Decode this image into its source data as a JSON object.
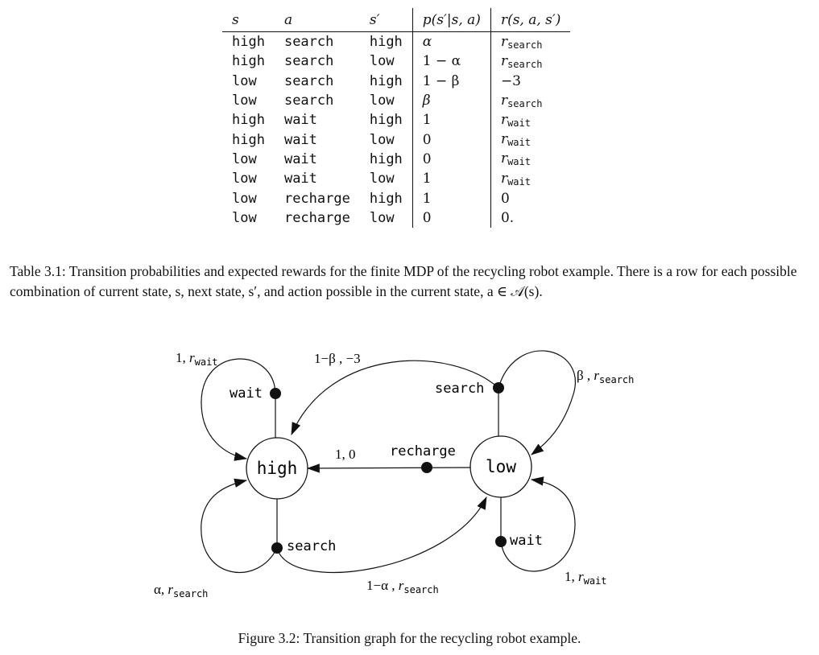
{
  "table": {
    "headers": {
      "s": "s",
      "a": "a",
      "sprime": "s′",
      "prob": "p(s′|s, a)",
      "reward": "r(s, a, s′)"
    },
    "rows": [
      {
        "s": "high",
        "a": "search",
        "sp": "high",
        "p": "α",
        "r_base": "r",
        "r_sub": "search",
        "r_plain": ""
      },
      {
        "s": "high",
        "a": "search",
        "sp": "low",
        "p": "1 − α",
        "r_base": "r",
        "r_sub": "search",
        "r_plain": ""
      },
      {
        "s": "low",
        "a": "search",
        "sp": "high",
        "p": "1 − β",
        "r_base": "",
        "r_sub": "",
        "r_plain": "−3"
      },
      {
        "s": "low",
        "a": "search",
        "sp": "low",
        "p": "β",
        "r_base": "r",
        "r_sub": "search",
        "r_plain": ""
      },
      {
        "s": "high",
        "a": "wait",
        "sp": "high",
        "p": "1",
        "r_base": "r",
        "r_sub": "wait",
        "r_plain": ""
      },
      {
        "s": "high",
        "a": "wait",
        "sp": "low",
        "p": "0",
        "r_base": "r",
        "r_sub": "wait",
        "r_plain": ""
      },
      {
        "s": "low",
        "a": "wait",
        "sp": "high",
        "p": "0",
        "r_base": "r",
        "r_sub": "wait",
        "r_plain": ""
      },
      {
        "s": "low",
        "a": "wait",
        "sp": "low",
        "p": "1",
        "r_base": "r",
        "r_sub": "wait",
        "r_plain": ""
      },
      {
        "s": "low",
        "a": "recharge",
        "sp": "high",
        "p": "1",
        "r_base": "",
        "r_sub": "",
        "r_plain": "0"
      },
      {
        "s": "low",
        "a": "recharge",
        "sp": "low",
        "p": "0",
        "r_base": "",
        "r_sub": "",
        "r_plain": "0."
      }
    ]
  },
  "table_caption": "Table 3.1: Transition probabilities and expected rewards for the finite MDP of the recycling robot example. There is a row for each possible combination of current state, s, next state, s′, and action possible in the current state, a ∈ 𝒜(s).",
  "graph": {
    "states": {
      "high": "high",
      "low": "low"
    },
    "actions": {
      "wait_high": "wait",
      "search_low": "search",
      "recharge": "recharge",
      "search_high": "search",
      "wait_low": "wait"
    },
    "edge_labels": {
      "high_wait_prob": "1, ",
      "high_wait_r": "r",
      "high_wait_sub": "wait",
      "low_search_to_high": "1−β ,  −3",
      "low_search_self_prob": "β , ",
      "low_search_self_r": "r",
      "low_search_self_sub": "search",
      "recharge_label": "1, 0",
      "high_search_self_prob": "α, ",
      "high_search_self_r": "r",
      "high_search_self_sub": "search",
      "high_search_to_low_prob": "1−α , ",
      "high_search_to_low_r": "r",
      "high_search_to_low_sub": "search",
      "low_wait_prob": "1, ",
      "low_wait_r": "r",
      "low_wait_sub": "wait"
    }
  },
  "figure_caption": "Figure 3.2: Transition graph for the recycling robot example."
}
